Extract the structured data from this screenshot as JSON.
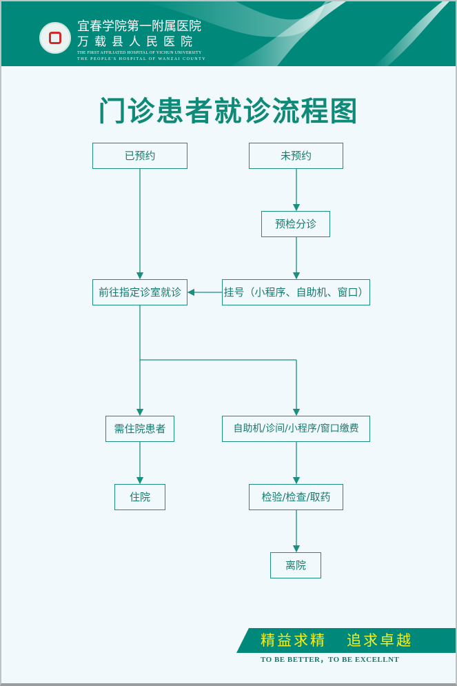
{
  "header": {
    "name_cn_1": "宜春学院第一附属医院",
    "name_cn_2": "万载县人民医院",
    "name_en_1": "THE FIRST AFFILIATED HOSPITAL OF YICHUN UNIVERSITY",
    "name_en_2": "THE PEOPLE'S HOSPITAL OF WANZAI COUNTY",
    "color": "#00897b"
  },
  "title": "门诊患者就诊流程图",
  "nodes": {
    "booked": "已预约",
    "unbooked": "未预约",
    "triage": "预检分诊",
    "goto_clinic": "前往指定诊室就诊",
    "register": "挂号（小程序、自助机、窗口）",
    "inpatient_needed": "需住院患者",
    "payment": "自助机/诊间/小程序/窗口缴费",
    "hospitalize": "住院",
    "tests": "检验/检查/取药",
    "discharge": "离院"
  },
  "edges": [
    [
      "booked",
      "goto_clinic"
    ],
    [
      "unbooked",
      "triage"
    ],
    [
      "triage",
      "register"
    ],
    [
      "register",
      "goto_clinic"
    ],
    [
      "goto_clinic",
      "inpatient_needed"
    ],
    [
      "goto_clinic",
      "payment"
    ],
    [
      "inpatient_needed",
      "hospitalize"
    ],
    [
      "payment",
      "tests"
    ],
    [
      "tests",
      "discharge"
    ]
  ],
  "footer": {
    "slogan_cn": "精益求精   追求卓越",
    "slogan_en": "TO BE BETTER，TO BE EXCELLNT",
    "slogan_text_color": "#f5f020"
  }
}
